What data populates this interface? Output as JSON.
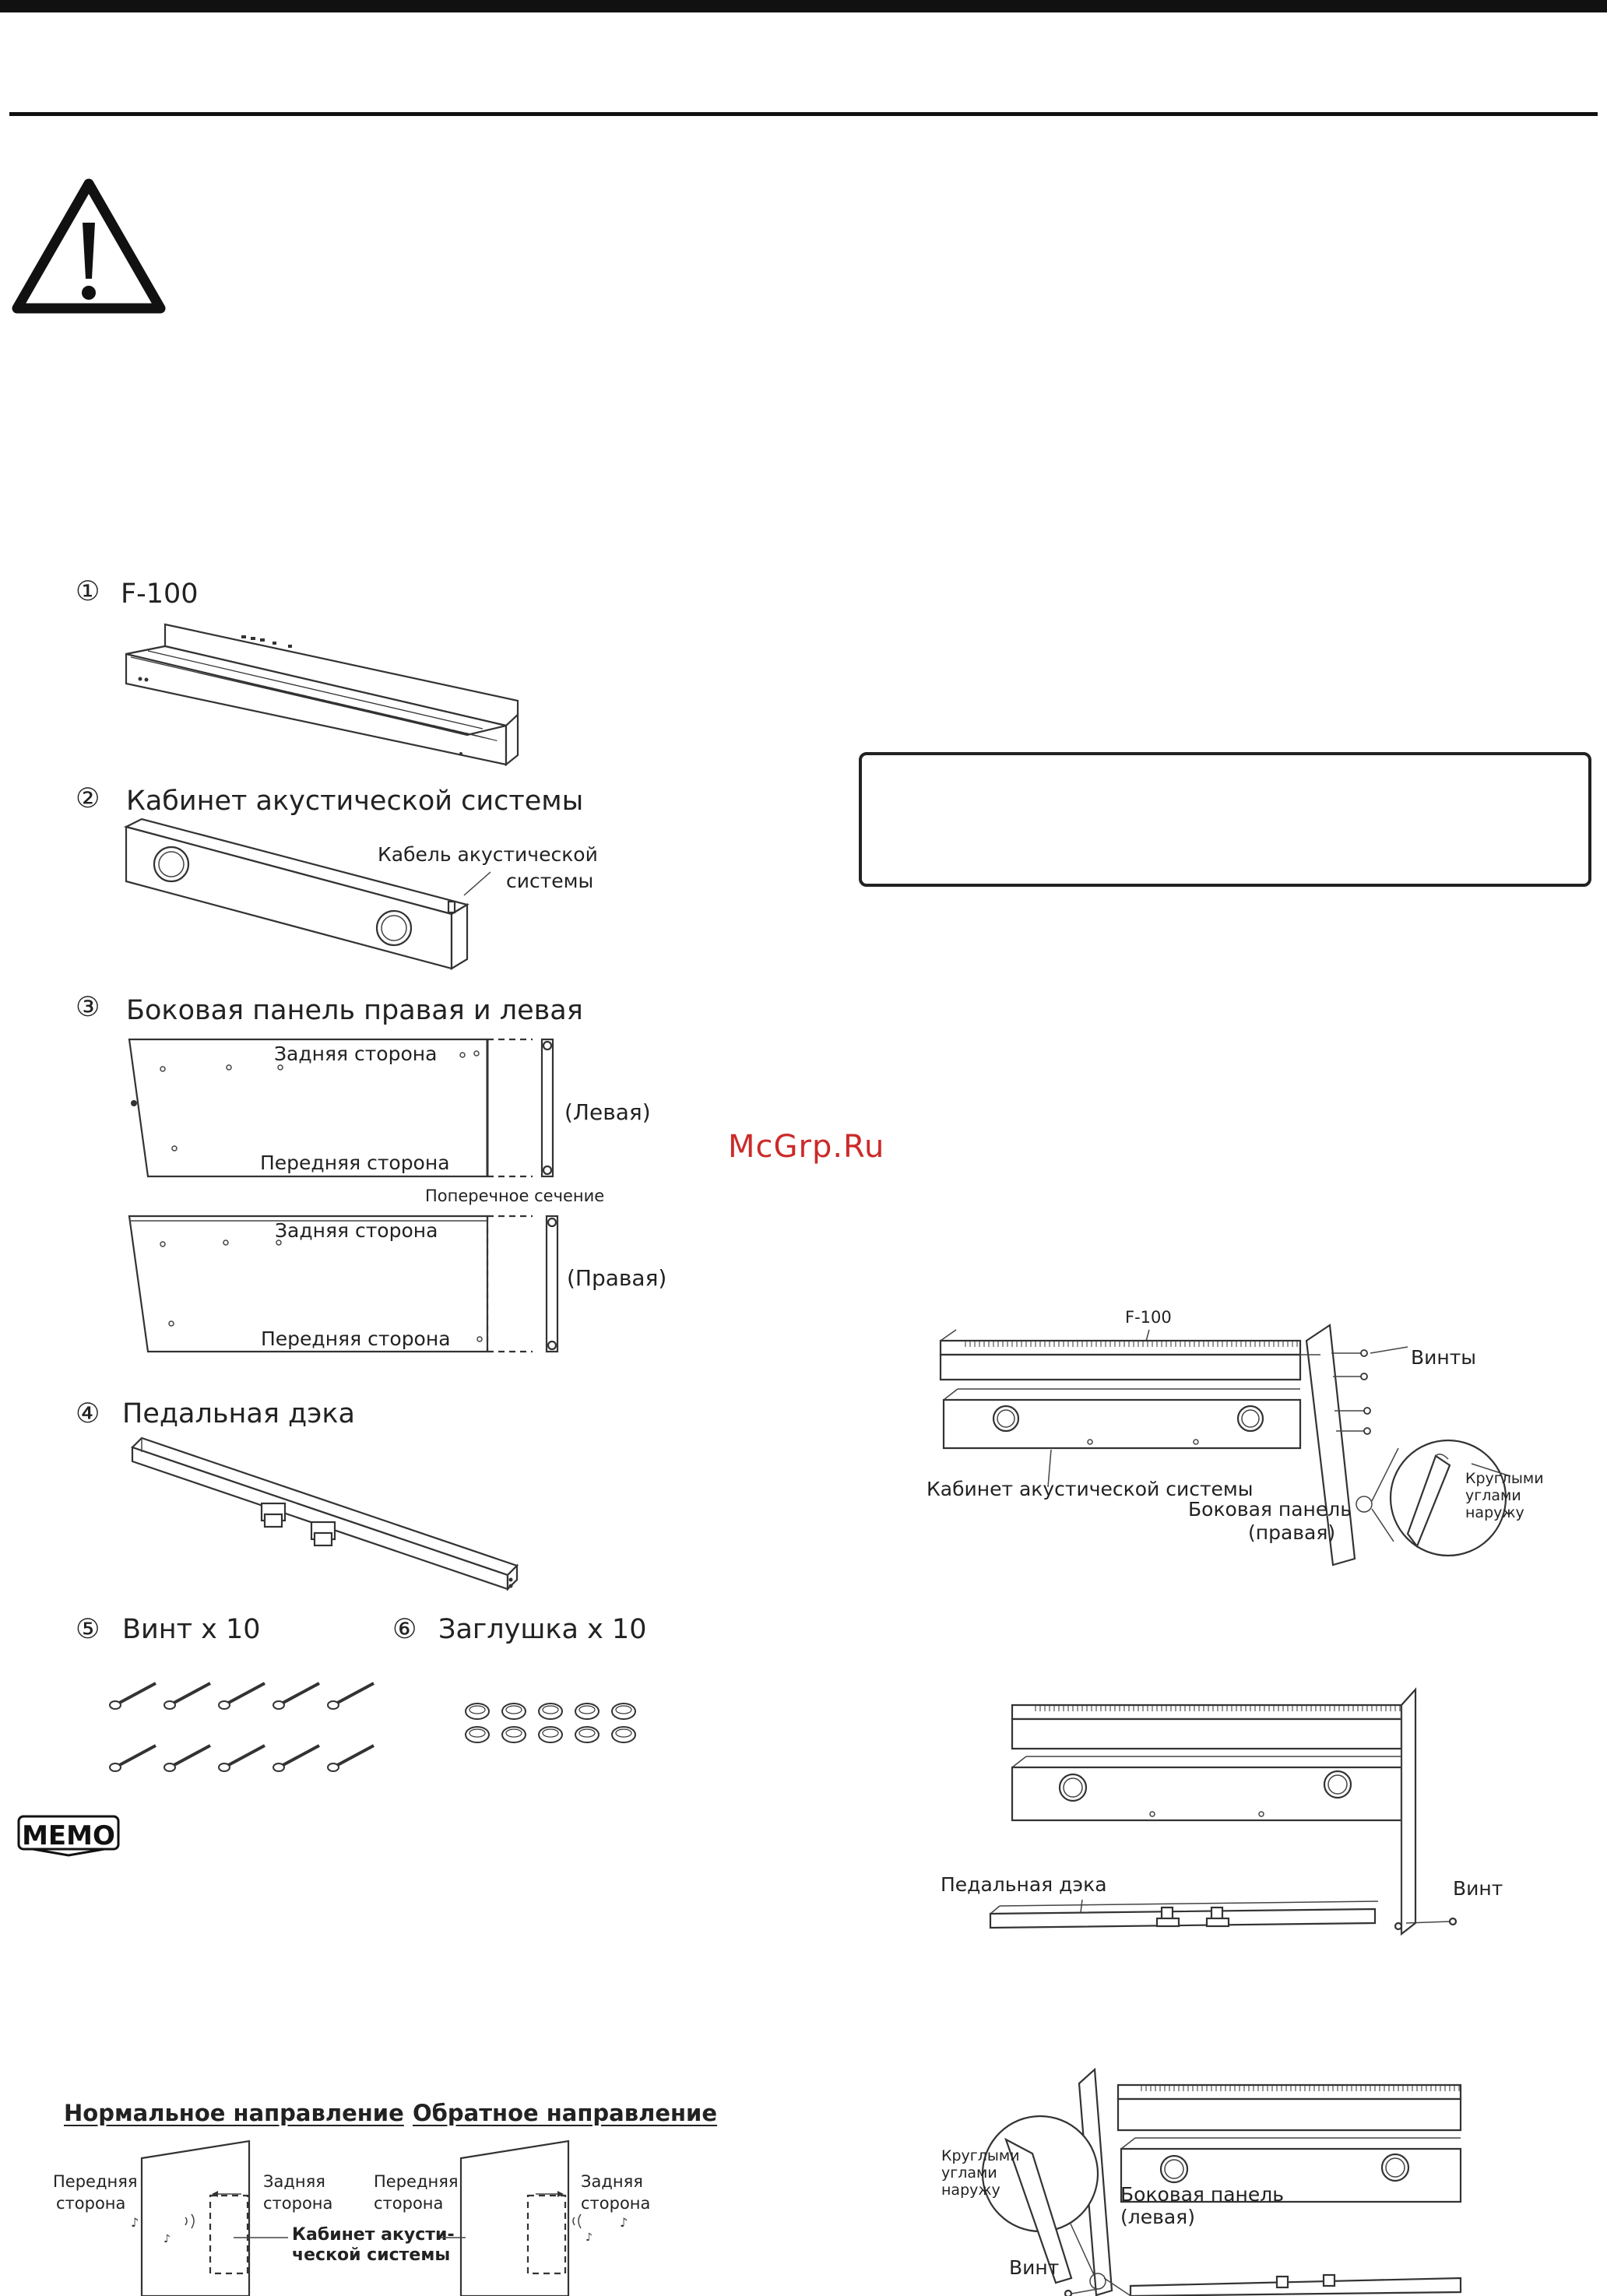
{
  "watermark": "McGrp.Ru",
  "parts": {
    "item1": {
      "num": "①",
      "label": "F-100"
    },
    "item2": {
      "num": "②",
      "label": "Кабинет акустической системы",
      "callout_line1": "Кабель акустической",
      "callout_line2": "системы"
    },
    "item3": {
      "num": "③",
      "label": "Боковая панель правая и левая",
      "back_side": "Задняя сторона",
      "front_side": "Передняя сторона",
      "left": "(Левая)",
      "right": "(Правая)",
      "cross_section": "Поперечное сечение"
    },
    "item4": {
      "num": "④",
      "label": "Педальная дэка"
    },
    "item5": {
      "num": "⑤",
      "label": "Винт x 10"
    },
    "item6": {
      "num": "⑥",
      "label": "Заглушка x 10"
    }
  },
  "memo_icon": "memo-icon",
  "directions": {
    "normal": "Нормальное направление",
    "reverse": "Обратное направление",
    "front_line1": "Передняя",
    "front_line2": "сторона",
    "back_line1": "Задняя",
    "back_line2": "сторона",
    "cabinet_line1": "Кабинет акусти-",
    "cabinet_line2": "ческой системы"
  },
  "assembly1": {
    "f100": "F-100",
    "screws": "Винты",
    "cabinet": "Кабинет акустической системы",
    "panel_line1": "Боковая панель",
    "panel_line2": "(правая)",
    "rounded_line1": "Круглыми",
    "rounded_line2": "углами",
    "rounded_line3": "наружу"
  },
  "assembly2": {
    "pedal": "Педальная дэка",
    "screw": "Винт"
  },
  "assembly3": {
    "rounded_line1": "Круглыми",
    "rounded_line2": "углами",
    "rounded_line3": "наружу",
    "panel_line1": "Боковая панель",
    "panel_line2": "(левая)",
    "screw": "Винт"
  }
}
